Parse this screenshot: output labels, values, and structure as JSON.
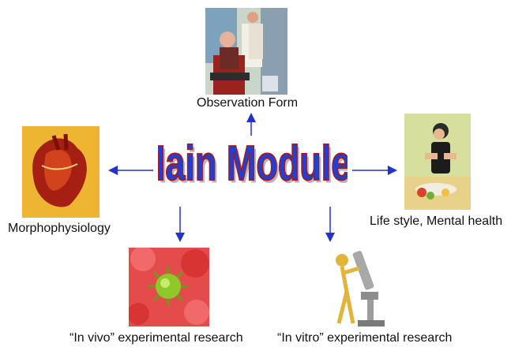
{
  "title": "Main Modules",
  "modules": {
    "observation": {
      "label": "Observation Form",
      "icon": "doctor-patient-clipart"
    },
    "morpho": {
      "label": "Morphophysiology",
      "icon": "heart-anatomy-clipart"
    },
    "lifestyle": {
      "label": "Life style, Mental health",
      "icon": "woman-eating-clipart"
    },
    "invivo": {
      "label": "“In vivo” experimental research",
      "icon": "virus-blood-cells-clipart"
    },
    "invitro": {
      "label": "“In vitro” experimental research",
      "icon": "microscope-figure-clipart"
    }
  },
  "colors": {
    "title_fill": "#1f3fd6",
    "title_outline": "#a51a1a",
    "arrow": "#2233cc"
  }
}
